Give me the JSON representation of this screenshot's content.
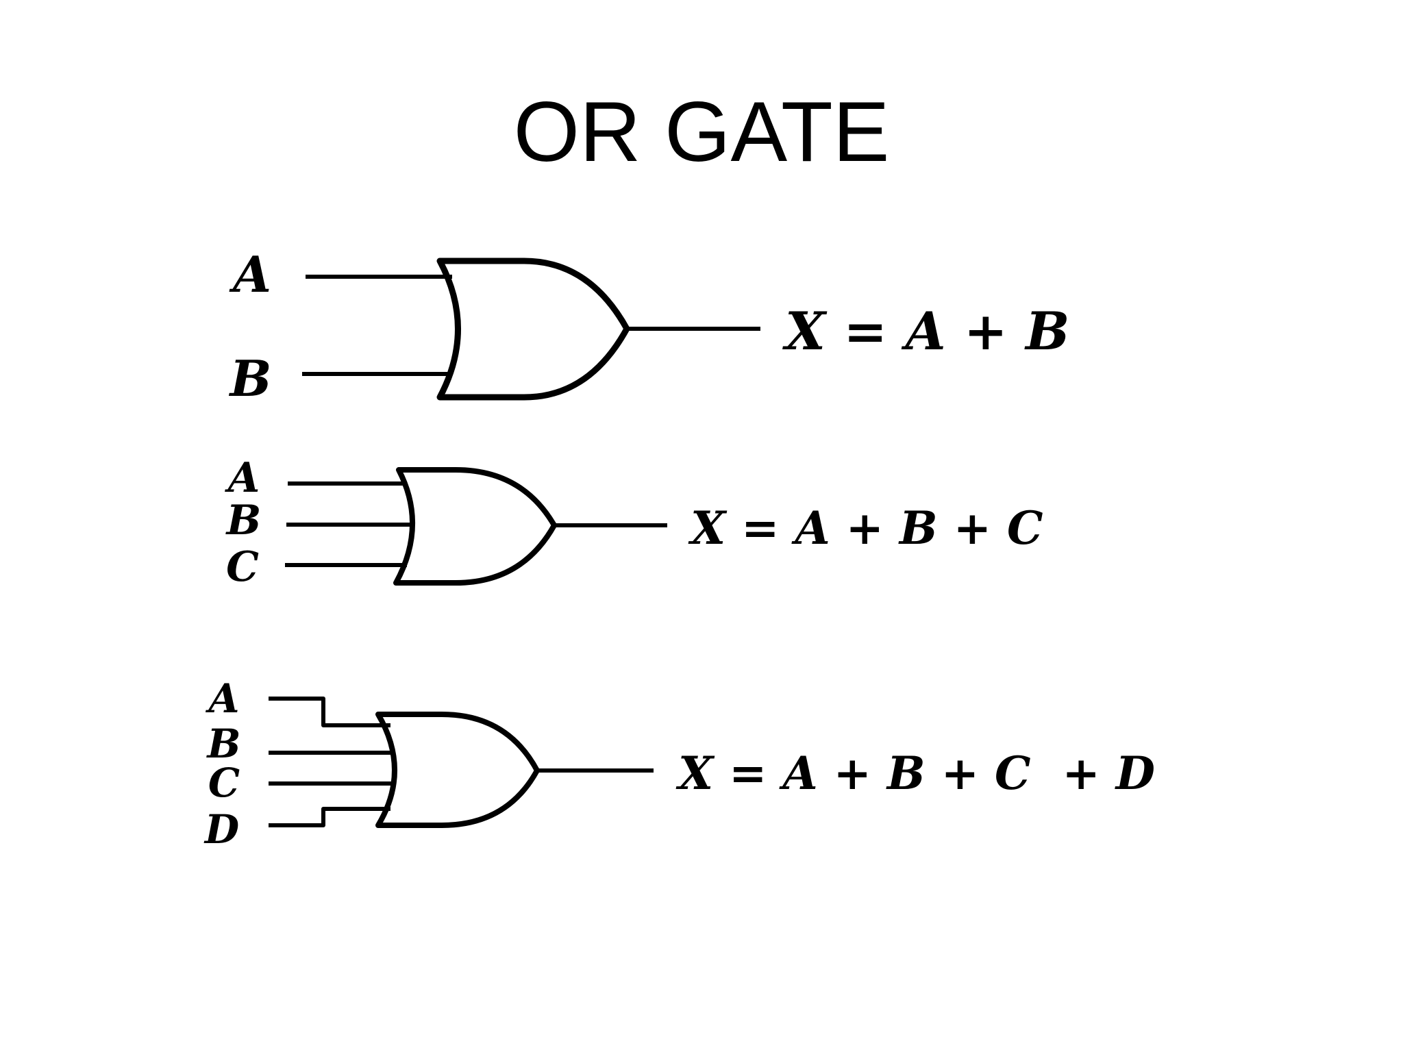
{
  "title": "OR GATE",
  "gates": [
    {
      "inputs": [
        "A",
        "B"
      ],
      "equation": "X = A + B"
    },
    {
      "inputs": [
        "A",
        "B",
        "C"
      ],
      "equation": "X = A + B + C"
    },
    {
      "inputs": [
        "A",
        "B",
        "C",
        "D"
      ],
      "equation": "X = A + B + C  + D"
    }
  ]
}
